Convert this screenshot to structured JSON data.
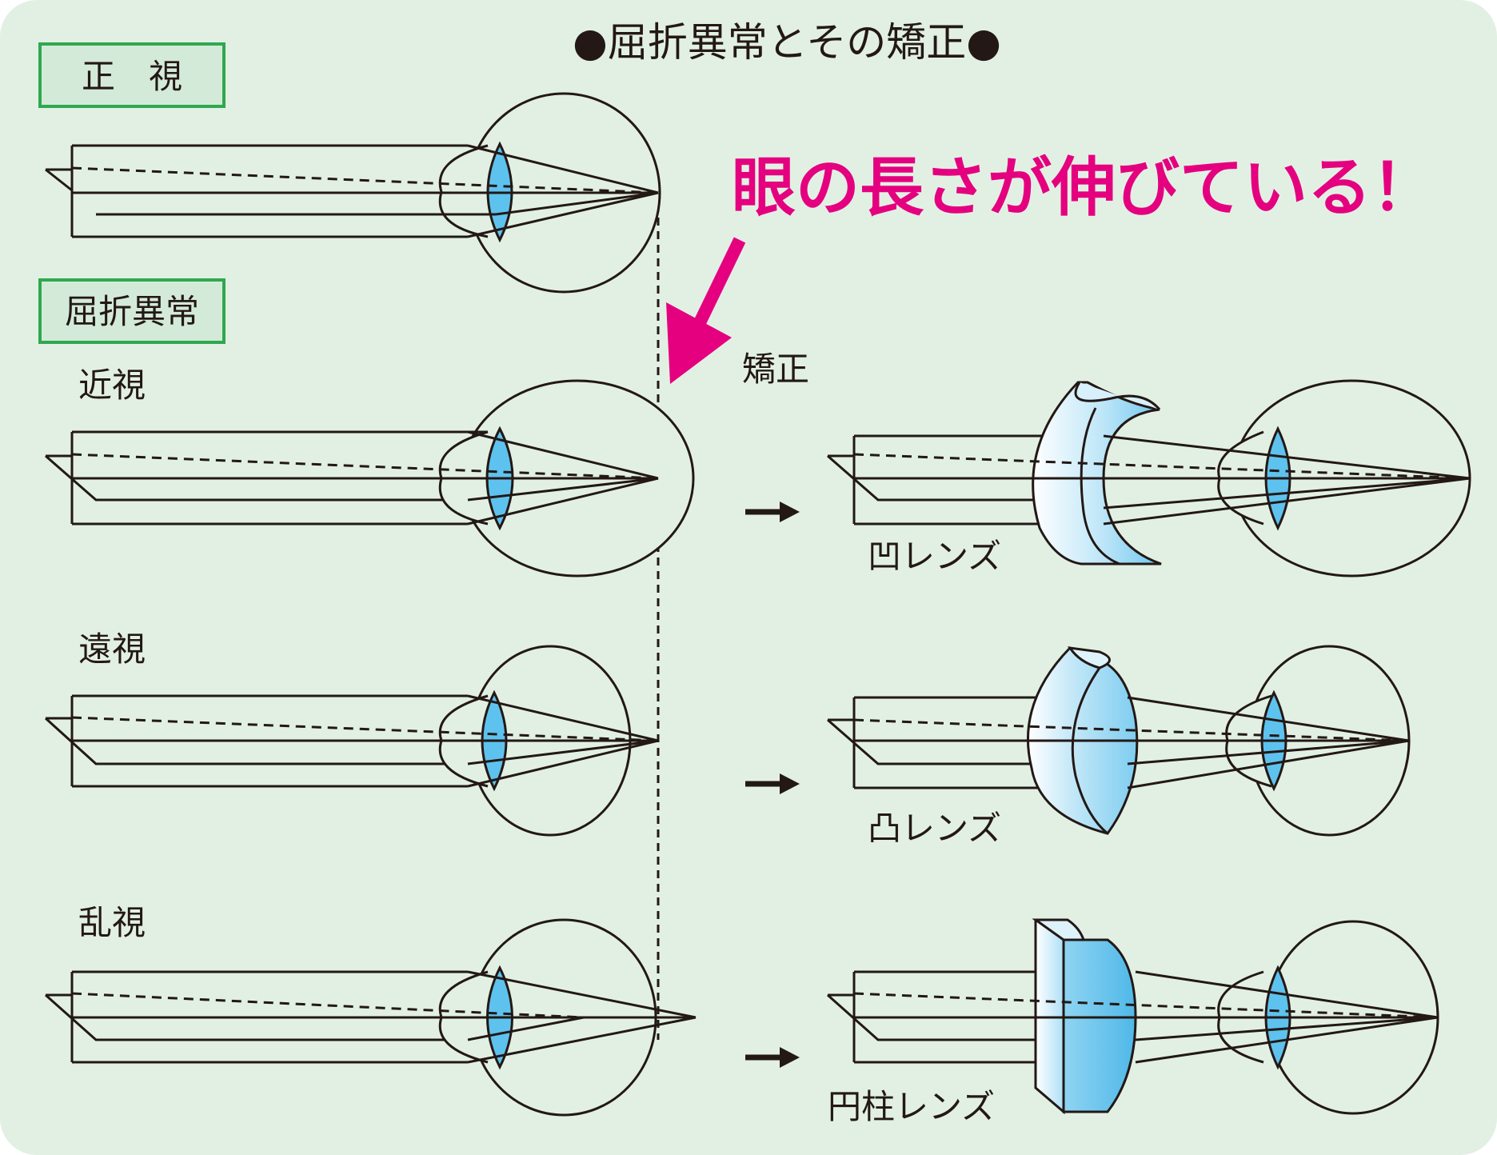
{
  "title": "●屈折異常とその矯正●",
  "labels": {
    "normal_box": "正　視",
    "refractive_box": "屈折異常",
    "myopia": "近視",
    "hyperopia": "遠視",
    "astigmatism": "乱視",
    "correction": "矯正",
    "concave_lens": "凹レンズ",
    "convex_lens": "凸レンズ",
    "cylindrical_lens": "円柱レンズ"
  },
  "callout": "眼の長さが伸びている！",
  "colors": {
    "panel_bg": "#e2f0e4",
    "title_green": "#0a9a46",
    "box_border": "#2fa84f",
    "box_fill": "#d4ead8",
    "callout_magenta": "#e4007f",
    "lens_blue": "#5ec2ee",
    "line": "#231815"
  }
}
